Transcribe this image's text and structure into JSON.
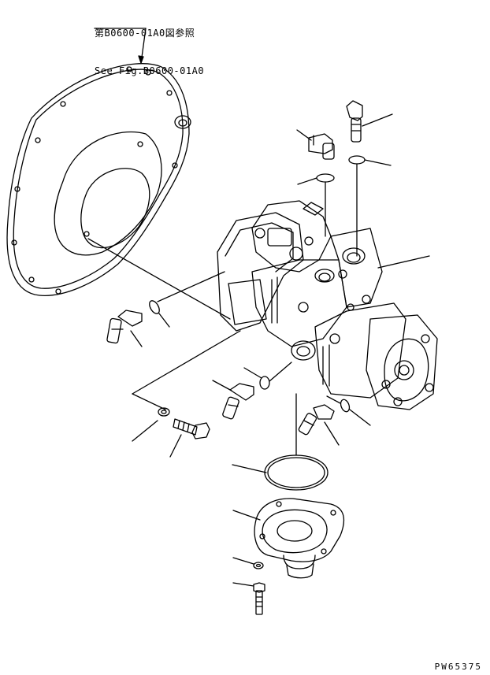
{
  "reference": {
    "line1": "第B0600-01A0図参照",
    "line2": "See Fig.B0600-01A0"
  },
  "drawing_code": "PW65375"
}
